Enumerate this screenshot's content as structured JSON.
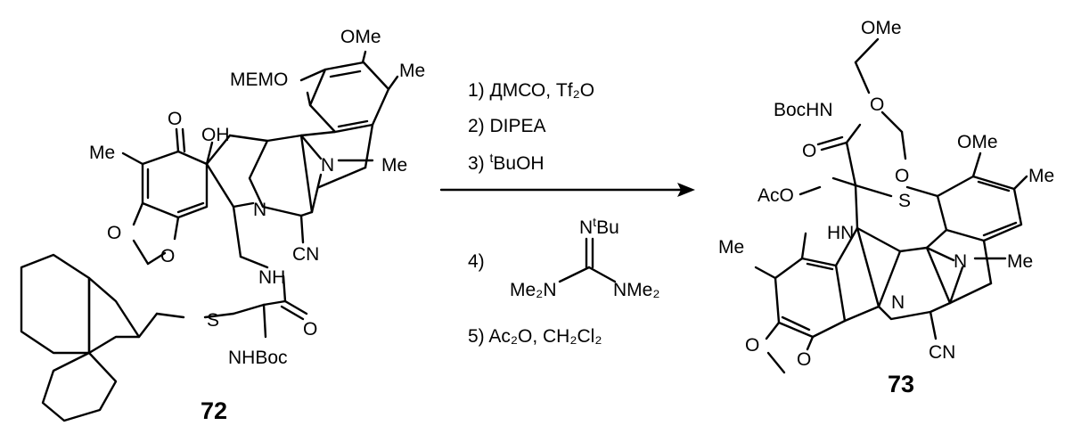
{
  "scheme": {
    "reactant": {
      "label": "72",
      "atoms": {
        "ome": "OMe",
        "memo": "MEMO",
        "me_ar": "Me",
        "me_left": "Me",
        "o_keto": "O",
        "oh": "OH",
        "n_bridge": "N",
        "me_bridge": "Me",
        "n_ring": "N",
        "cn": "CN",
        "o1": "O",
        "o2": "O",
        "nh": "NH",
        "o_amide": "O",
        "s": "S",
        "nhboc": "NHBoc"
      }
    },
    "conditions": {
      "step1": "1) ДМСО,  Tf₂O",
      "step2": "2) DIPEA",
      "step3_num": "3) ",
      "step3_sup": "t",
      "step3_text": "BuOH",
      "step4_num": "4)",
      "guan_n": "N",
      "guan_sup": "t",
      "guan_bu": "Bu",
      "guan_left": "Me₂N",
      "guan_right": "NMe₂",
      "step5": "5) Ac₂O, CH₂Cl₂"
    },
    "product": {
      "label": "73",
      "atoms": {
        "ome_top": "OMe",
        "o_chain1": "O",
        "o_chain2": "O",
        "ome_ar": "OMe",
        "me_ar": "Me",
        "bochn": "BocHN",
        "o_carbonyl": "O",
        "s": "S",
        "aco": "AcO",
        "hn": "HN",
        "me_left": "Me",
        "n_bridge": "N",
        "me_bridge": "Me",
        "n_ring": "N",
        "o1": "O",
        "o2": "O",
        "cn": "CN"
      }
    }
  }
}
